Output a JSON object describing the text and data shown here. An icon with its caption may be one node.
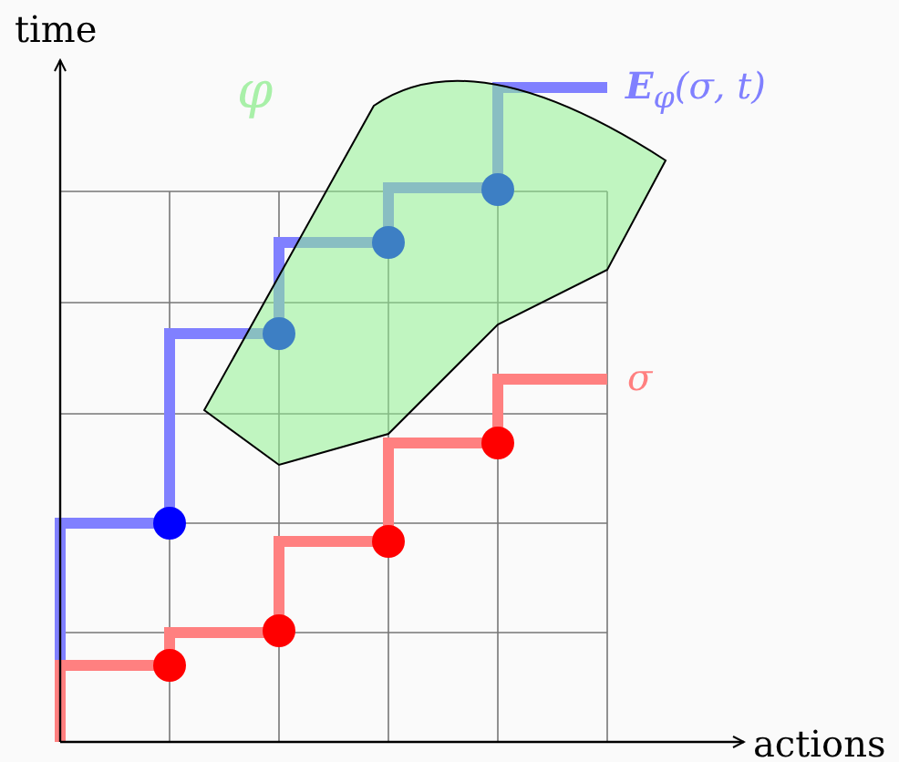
{
  "diagram": {
    "labels": [
      "time",
      "actions",
      "φ",
      "**E**$_{φ}$(σ, t)",
      "σ"
    ]
  }
}
